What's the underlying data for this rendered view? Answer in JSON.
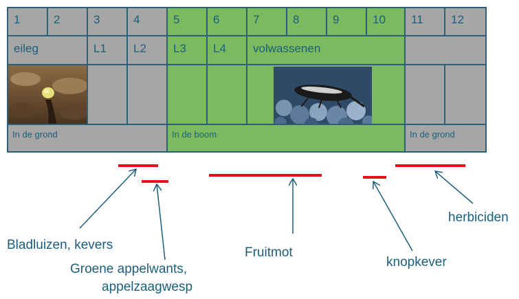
{
  "months": [
    "1",
    "2",
    "3",
    "4",
    "5",
    "6",
    "7",
    "8",
    "9",
    "10",
    "11",
    "12"
  ],
  "stages": {
    "egg": "eileg",
    "l1": "L1",
    "l2": "L2",
    "l3": "L3",
    "l4": "L4",
    "adult": "volwassenen"
  },
  "locations": {
    "ground_start": "In de grond",
    "tree": "In de boom",
    "ground_end": "In de grond"
  },
  "images": {
    "egg_photo": "soil-egg-photo",
    "adult_photo": "weevil-on-stones-photo"
  },
  "annotations": {
    "aphids": "Bladluizen, kevers",
    "bugs_line1": "Groene appelwants,",
    "bugs_line2": "appelzaagwesp",
    "codling": "Fruitmot",
    "bud": "knopkever",
    "herb": "herbiciden"
  },
  "colors": {
    "green": "#7cba5f",
    "gray": "#a6a6a6",
    "border": "#2e5f78",
    "text": "#1a5f7a",
    "bar": "#e8101a"
  }
}
